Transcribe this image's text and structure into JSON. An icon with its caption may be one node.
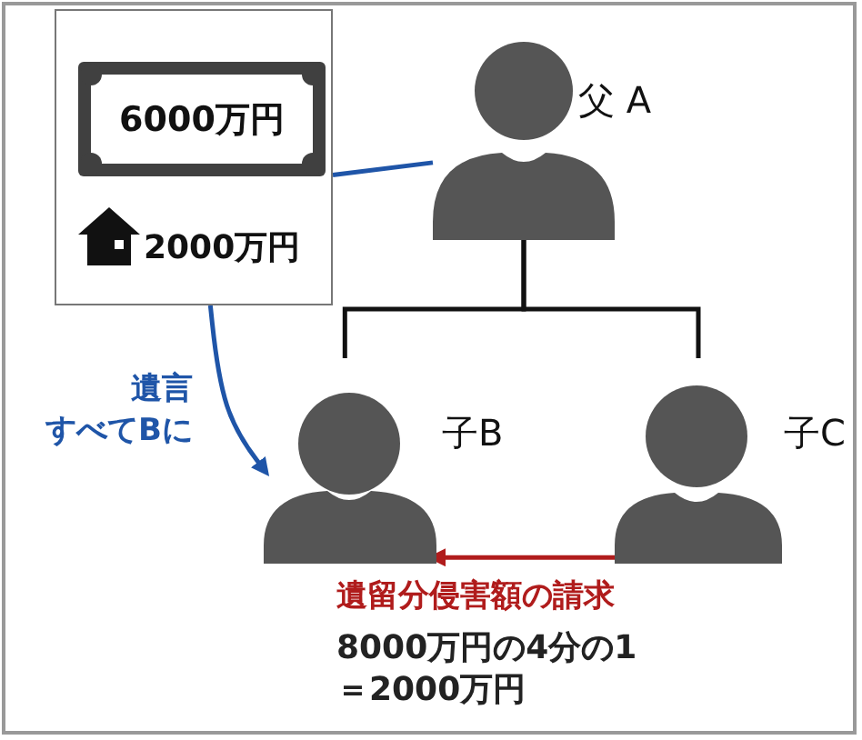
{
  "diagram": {
    "nodes": [
      {
        "text": [],
        "shape": "box"
      },
      {
        "text": [
          "6000万円"
        ],
        "in": 0
      },
      {
        "text": [
          "2000万円"
        ],
        "in": 0
      },
      {
        "text": [],
        "shape": "person",
        "beside": [
          "父 A"
        ]
      },
      {
        "text": [],
        "shape": "person",
        "beside": [
          "子B"
        ]
      },
      {
        "text": [],
        "shape": "person",
        "beside": [
          "子C"
        ]
      }
    ],
    "edges": [
      {
        "from": 0,
        "to": 3,
        "arrow": "none",
        "color": "#1f55a8"
      },
      {
        "from": 0,
        "to": 4,
        "arrow": "to",
        "label": "遺言すべてBに",
        "color": "#1f55a8"
      },
      {
        "from": 3,
        "to": 4,
        "arrow": "none",
        "color": "#111111"
      },
      {
        "from": 3,
        "to": 5,
        "arrow": "none",
        "color": "#111111"
      },
      {
        "from": 5,
        "to": 4,
        "arrow": "to",
        "color": "#b01c1c",
        "label": "遺留分侵害額の請求"
      }
    ],
    "labels": [
      "8000万円の4分の1＝2000万円"
    ]
  }
}
